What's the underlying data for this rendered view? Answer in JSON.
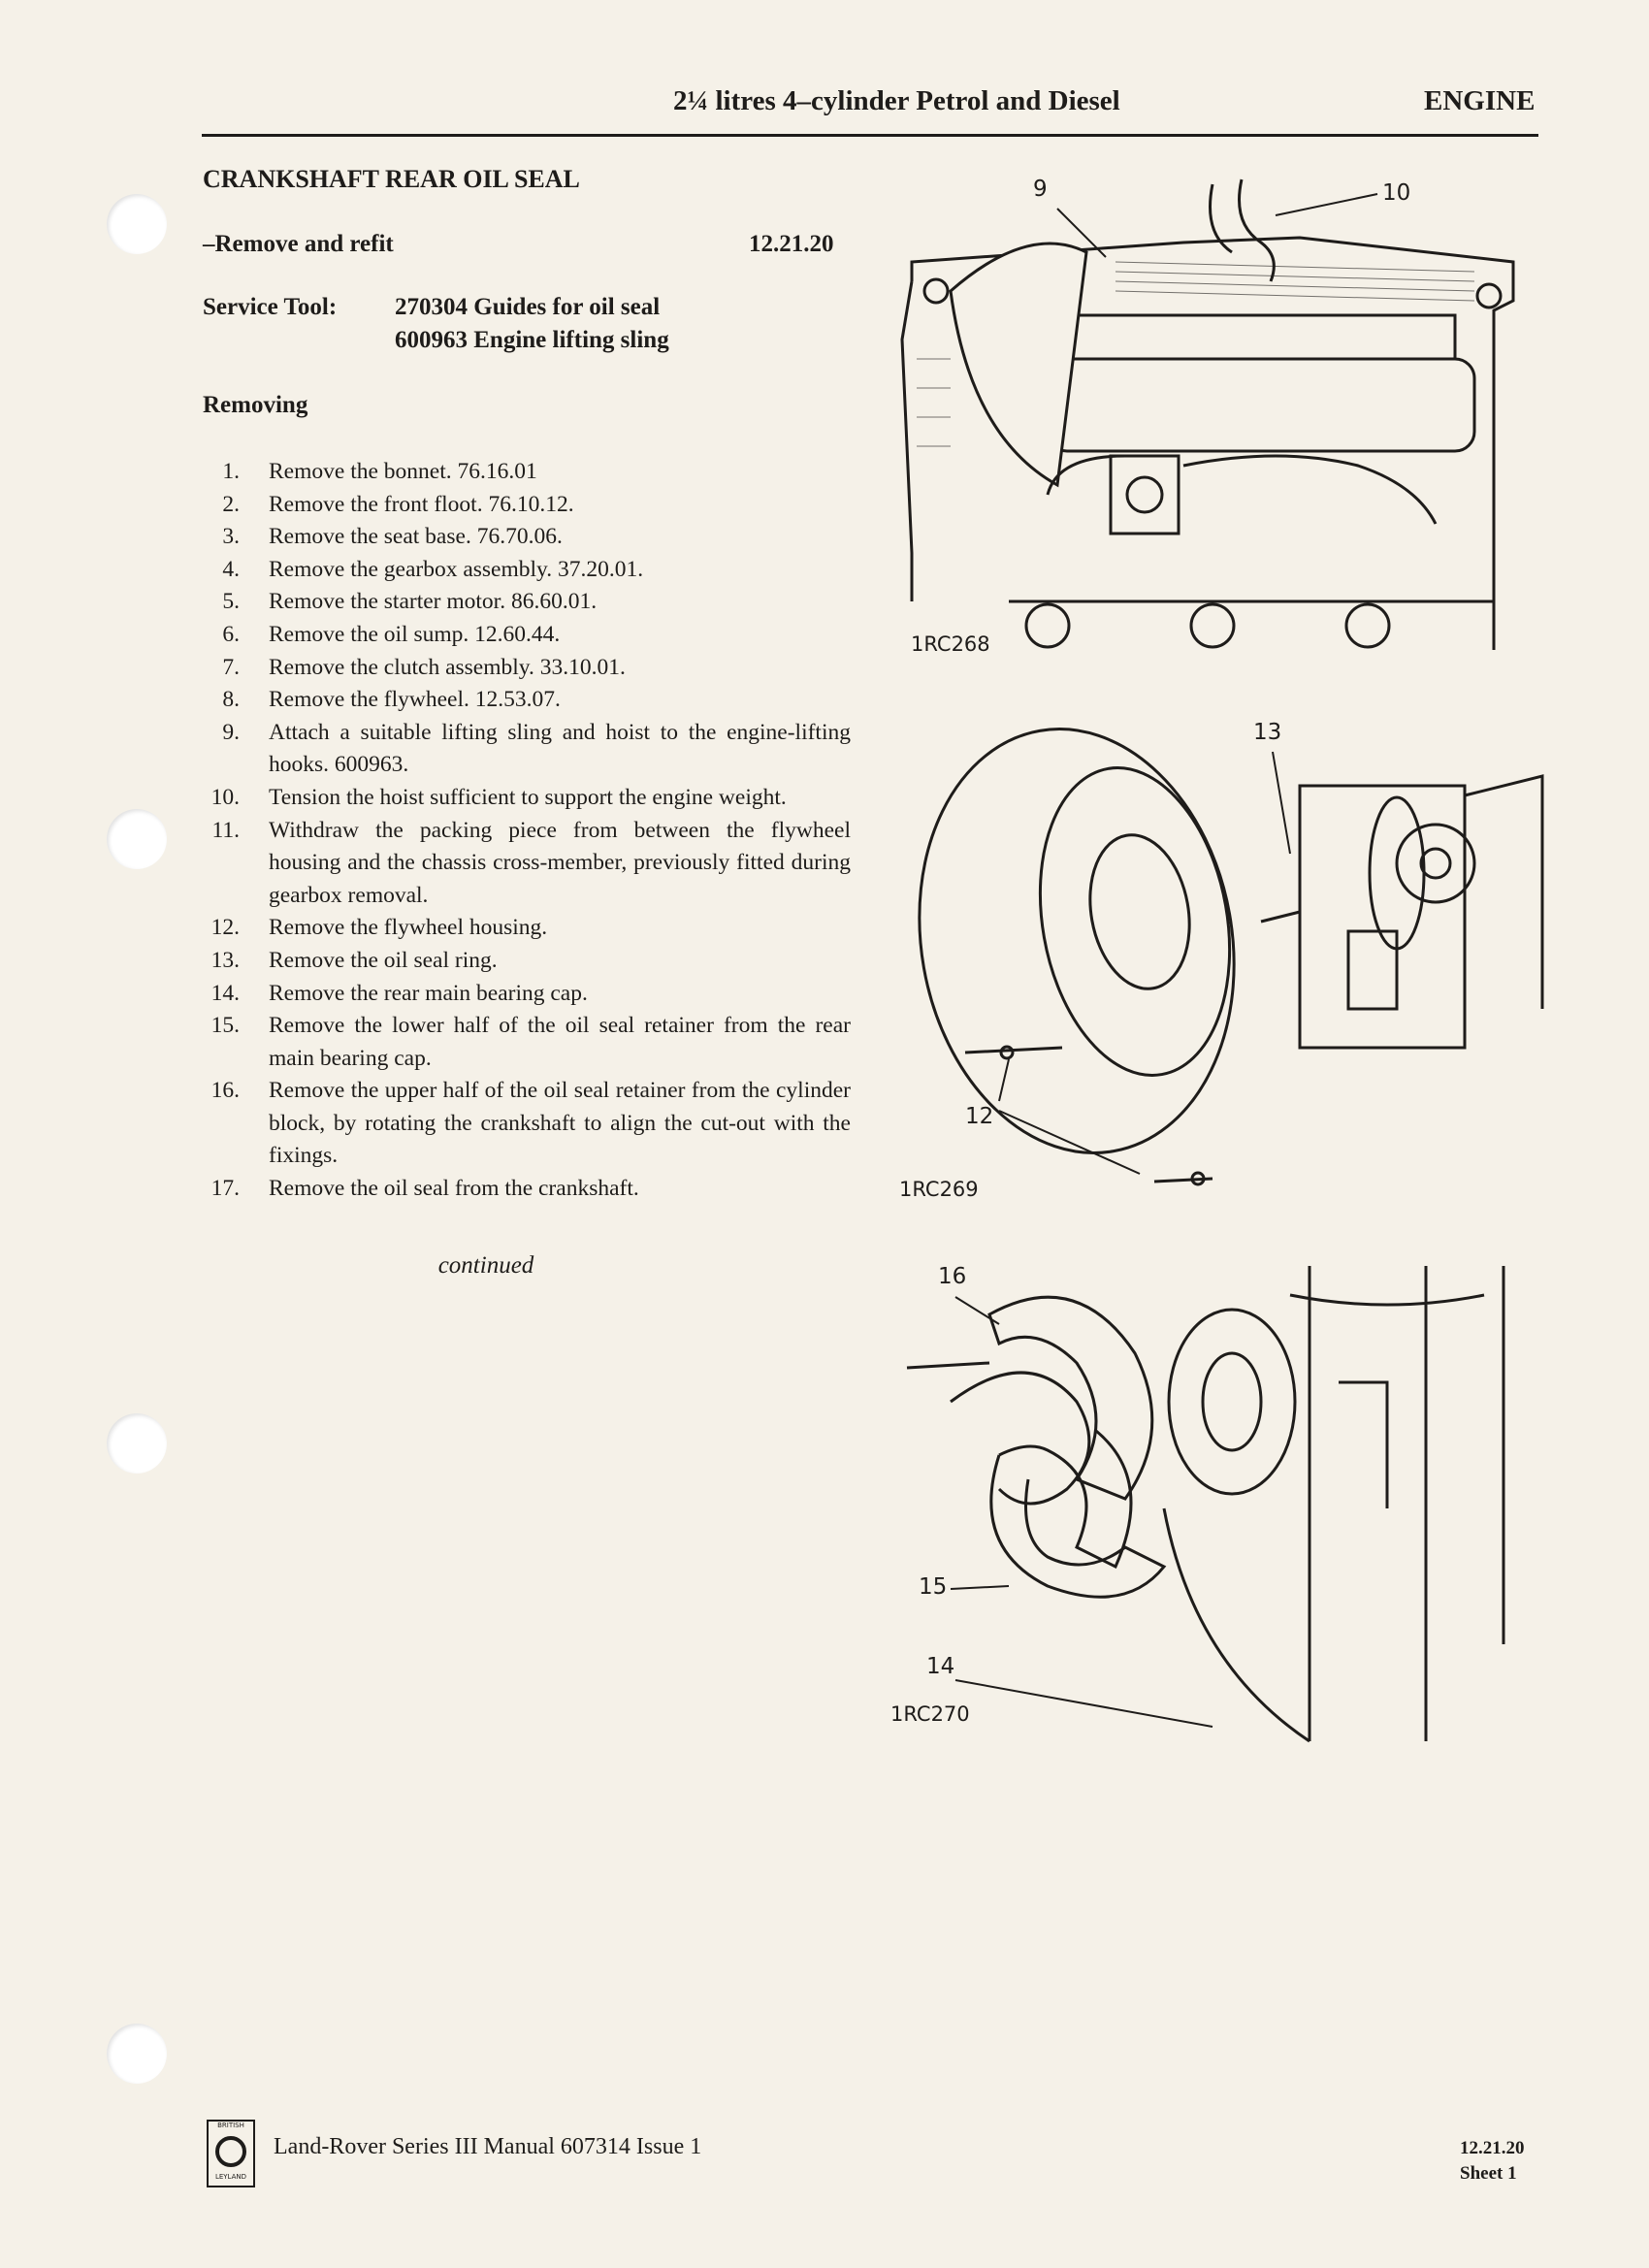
{
  "header": {
    "subtitle": "2¼ litres 4–cylinder Petrol and Diesel",
    "section": "ENGINE"
  },
  "title": "CRANKSHAFT REAR OIL SEAL",
  "operation": {
    "label": "–Remove and refit",
    "code": "12.21.20"
  },
  "service_tool": {
    "label": "Service Tool:",
    "items": [
      "270304 Guides for oil seal",
      "600963 Engine lifting sling"
    ]
  },
  "removing_heading": "Removing",
  "steps": [
    {
      "n": "1.",
      "t": "Remove the bonnet. 76.16.01"
    },
    {
      "n": "2.",
      "t": "Remove the front floot. 76.10.12."
    },
    {
      "n": "3.",
      "t": "Remove the seat base. 76.70.06."
    },
    {
      "n": "4.",
      "t": "Remove the gearbox assembly. 37.20.01."
    },
    {
      "n": "5.",
      "t": "Remove the starter motor. 86.60.01."
    },
    {
      "n": "6.",
      "t": "Remove the oil sump. 12.60.44."
    },
    {
      "n": "7.",
      "t": "Remove the clutch assembly. 33.10.01."
    },
    {
      "n": "8.",
      "t": "Remove the flywheel. 12.53.07."
    },
    {
      "n": "9.",
      "t": "Attach a suitable lifting sling and hoist to the engine-lifting hooks. 600963."
    },
    {
      "n": "10.",
      "t": "Tension the hoist sufficient to support the engine weight."
    },
    {
      "n": "11.",
      "t": "Withdraw the packing piece from between the flywheel housing and the chassis cross-member, previously fitted during gearbox removal."
    },
    {
      "n": "12.",
      "t": "Remove the flywheel housing."
    },
    {
      "n": "13.",
      "t": "Remove the oil seal ring."
    },
    {
      "n": "14.",
      "t": "Remove the rear main bearing cap."
    },
    {
      "n": "15.",
      "t": "Remove the lower half of the oil seal retainer from the rear main bearing cap."
    },
    {
      "n": "16.",
      "t": "Remove the upper half of the oil seal retainer from the cylinder block, by rotating the crankshaft to align the cut-out with the fixings."
    },
    {
      "n": "17.",
      "t": "Remove the oil seal from the crankshaft."
    }
  ],
  "continued": "continued",
  "figures": [
    {
      "id": "1RC268",
      "callouts": [
        "9",
        "10"
      ]
    },
    {
      "id": "1RC269",
      "callouts": [
        "13",
        "12"
      ]
    },
    {
      "id": "1RC270",
      "callouts": [
        "16",
        "15",
        "14"
      ]
    }
  ],
  "footer": {
    "logo_top": "BRITISH",
    "logo_bottom": "LEYLAND",
    "manual": "Land-Rover Series III Manual 607314 Issue 1",
    "code": "12.21.20",
    "sheet": "Sheet 1"
  }
}
